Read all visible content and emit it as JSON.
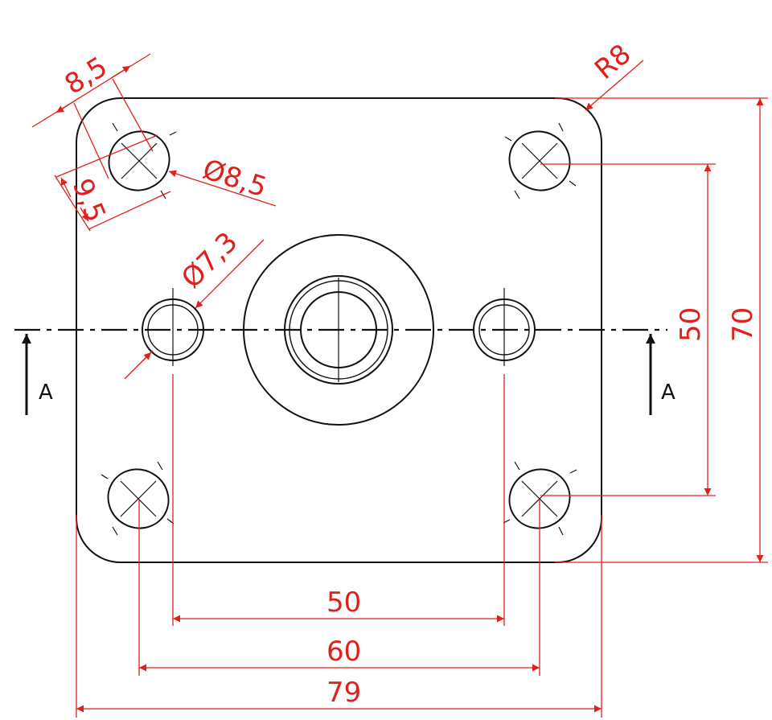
{
  "section": {
    "label_left": "A",
    "label_right": "A"
  },
  "dimensions": {
    "slot_width": "8,5",
    "slot_length": "9,5",
    "slot_diameter": "Ø8,5",
    "hole_diameter": "Ø7,3",
    "corner_radius": "R8",
    "inner_vertical": "50",
    "outer_vertical": "70",
    "inner_horizontal": "50",
    "middle_horizontal": "60",
    "outer_horizontal": "79"
  },
  "colors": {
    "outline": "#111111",
    "dimension": "#e0201c"
  }
}
